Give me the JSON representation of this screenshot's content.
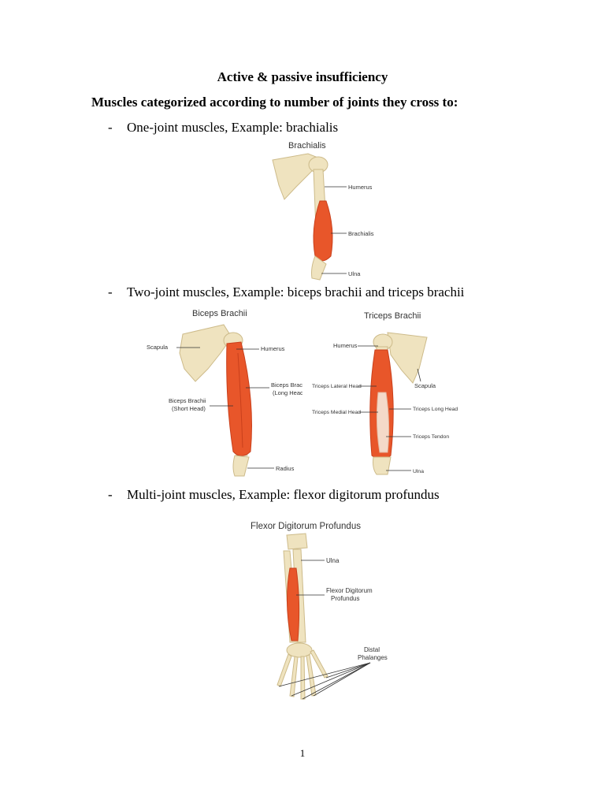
{
  "title": "Active & passive insufficiency",
  "subtitle": "Muscles categorized according to number of joints they cross to:",
  "bullets": [
    {
      "dash": "-",
      "text": "One-joint muscles, Example: brachialis"
    },
    {
      "dash": "-",
      "text": "Two-joint muscles, Example: biceps brachii and triceps brachii"
    },
    {
      "dash": "-",
      "text": "Multi-joint muscles, Example: flexor digitorum profundus"
    }
  ],
  "figures": {
    "brachialis": {
      "title": "Brachialis",
      "labels": {
        "humerus": "Humerus",
        "brachialis": "Brachialis",
        "ulna": "Ulna"
      }
    },
    "biceps": {
      "title": "Biceps Brachii",
      "labels": {
        "scapula": "Scapula",
        "humerus": "Humerus",
        "long_head": "Biceps Brachii",
        "long_head_sub": "(Long Head)",
        "short_head": "Biceps Brachii",
        "short_head_sub": "(Short Head)",
        "radius": "Radius"
      }
    },
    "triceps": {
      "title": "Triceps Brachii",
      "labels": {
        "humerus": "Humerus",
        "scapula": "Scapula",
        "lateral": "Triceps Lateral Head",
        "long": "Triceps Long Head",
        "medial": "Triceps Medial Head",
        "tendon": "Triceps Tendon",
        "ulna": "Ulna"
      }
    },
    "fdp": {
      "title": "Flexor Digitorum Profundus",
      "labels": {
        "ulna": "Ulna",
        "fdp": "Flexor Digitorum",
        "fdp_sub": "Profundus",
        "distal": "Distal",
        "distal_sub": "Phalanges"
      }
    }
  },
  "colors": {
    "bone": "#efe3bf",
    "bone_shade": "#cdbb8a",
    "muscle": "#e8562a",
    "muscle_dark": "#c9401c",
    "tendon": "#f4d9c8"
  },
  "page_number": "1"
}
